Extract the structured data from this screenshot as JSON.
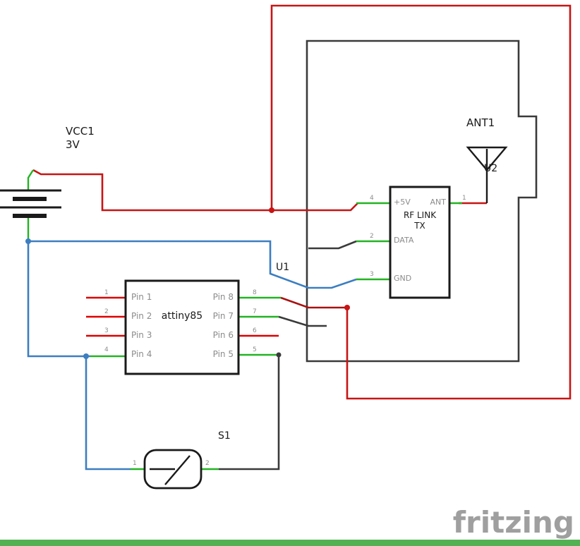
{
  "components": {
    "battery": {
      "ref": "VCC1",
      "voltage": "3V"
    },
    "mcu": {
      "ref": "U1",
      "name": "attiny85",
      "left_pins": [
        {
          "num": "1",
          "label": "Pin 1"
        },
        {
          "num": "2",
          "label": "Pin 2"
        },
        {
          "num": "3",
          "label": "Pin 3"
        },
        {
          "num": "4",
          "label": "Pin 4"
        }
      ],
      "right_pins": [
        {
          "num": "8",
          "label": "Pin 8"
        },
        {
          "num": "7",
          "label": "Pin 7"
        },
        {
          "num": "6",
          "label": "Pin 6"
        },
        {
          "num": "5",
          "label": "Pin 5"
        }
      ]
    },
    "rf_tx": {
      "ref": "U2",
      "name_line1": "RF LINK",
      "name_line2": "TX",
      "pin_5v": {
        "num": "4",
        "label": "+5V"
      },
      "pin_ant": {
        "num": "1",
        "label": "ANT"
      },
      "pin_data": {
        "num": "2",
        "label": "DATA"
      },
      "pin_gnd": {
        "num": "3",
        "label": "GND"
      }
    },
    "antenna": {
      "ref": "ANT1"
    },
    "switch": {
      "ref": "S1",
      "pin_left": "1",
      "pin_right": "2"
    }
  },
  "watermark": {
    "text": "fritzing"
  },
  "colors": {
    "wire_red": "#c81414",
    "wire_blue": "#3c7ec0",
    "wire_black": "#3a3a3a",
    "pin_green": "#22b422",
    "pin_red": "#e00000",
    "footer_green": "#52b152",
    "watermark_gray": "#9f9f9f",
    "label_gray": "#8c8c8c"
  }
}
